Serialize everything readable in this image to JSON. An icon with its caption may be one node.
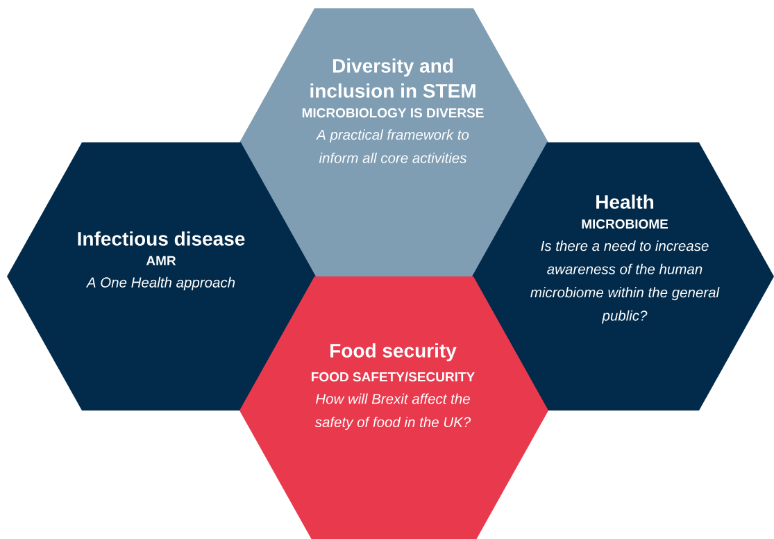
{
  "diagram": {
    "nodes": [
      {
        "text": [
          "Diversity and inclusion in STEM",
          "MICROBIOLOGY IS DIVERSE",
          "A practical framework to inform all core activities"
        ]
      },
      {
        "text": [
          "Infectious disease",
          "AMR",
          "A One Health approach"
        ]
      },
      {
        "text": [
          "Health",
          "MICROBIOME",
          "Is there a need to increase awareness of the human microbiome within the general public?"
        ]
      },
      {
        "text": [
          "Food security",
          "FOOD SAFETY/SECURITY",
          "How will Brexit affect the safety of food in the UK?"
        ]
      }
    ]
  }
}
